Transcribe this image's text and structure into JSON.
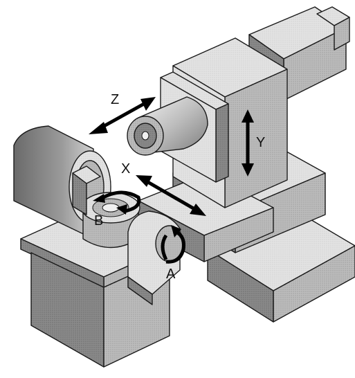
{
  "diagram": {
    "axes": {
      "z": "Z",
      "x": "X",
      "y": "Y",
      "b": "B",
      "a": "A"
    },
    "colors": {
      "light_face": "#e6e6e6",
      "mid_face": "#bdbdbd",
      "dark_face": "#8c8c8c",
      "darker_face": "#6e6e6e",
      "outline": "#1a1a1a",
      "arrow": "#000000"
    }
  }
}
